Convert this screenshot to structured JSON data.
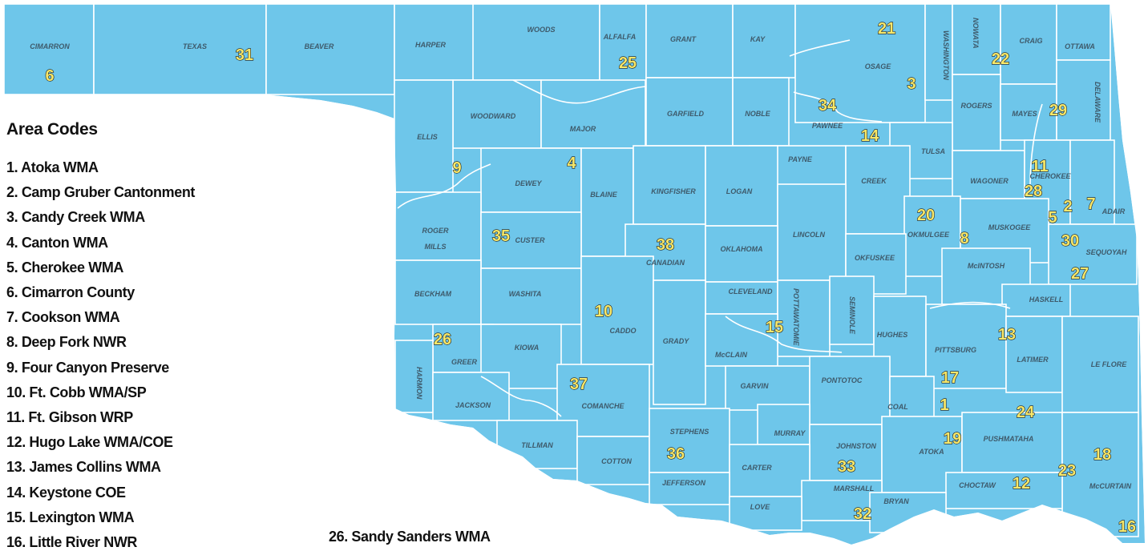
{
  "legend": {
    "title": "Area Codes",
    "items": [
      "1. Atoka WMA",
      "2. Camp Gruber Cantonment",
      "3. Candy Creek WMA",
      "4. Canton WMA",
      "5. Cherokee WMA",
      "6. Cimarron County",
      "7. Cookson WMA",
      "8. Deep Fork NWR",
      "9. Four Canyon Preserve",
      "10. Ft. Cobb WMA/SP",
      "11. Ft. Gibson WRP",
      "12. Hugo Lake WMA/COE",
      "13. James Collins WMA",
      "14. Keystone COE",
      "15. Lexington WMA",
      "16. Little River NWR"
    ],
    "extra": "26. Sandy Sanders WMA"
  },
  "map": {
    "colors": {
      "land": "#6ec6ea",
      "border": "#ffffff",
      "county_label": "#3e5a6b",
      "code_fill": "#f6e76a",
      "code_outline": "#1a1a1a"
    },
    "counties": {
      "cimarron": "CIMARRON",
      "texas": "TEXAS",
      "beaver": "BEAVER",
      "harper": "HARPER",
      "woods": "WOODS",
      "alfalfa": "ALFALFA",
      "grant": "GRANT",
      "kay": "KAY",
      "osage": "OSAGE",
      "washington": "WASHINGTON",
      "nowata": "NOWATA",
      "craig": "CRAIG",
      "ottawa": "OTTAWA",
      "delaware": "DELAWARE",
      "mayes": "MAYES",
      "rogers": "ROGERS",
      "woodward": "WOODWARD",
      "major": "MAJOR",
      "garfield": "GARFIELD",
      "noble": "NOBLE",
      "pawnee": "PAWNEE",
      "ellis": "ELLIS",
      "tulsa": "TULSA",
      "payne": "PAYNE",
      "creek": "CREEK",
      "wagoner": "WAGONER",
      "cherokee": "CHEROKEE",
      "adair": "ADAIR",
      "dewey": "DEWEY",
      "blaine": "BLAINE",
      "kingfisher": "KINGFISHER",
      "logan": "LOGAN",
      "lincoln": "LINCOLN",
      "okmulgee": "OKMULGEE",
      "muskogee": "MUSKOGEE",
      "roger_mills": "ROGER MILLS",
      "custer": "CUSTER",
      "canadian": "CANADIAN",
      "oklahoma": "OKLAHOMA",
      "okfuskee": "OKFUSKEE",
      "mcintosh": "McINTOSH",
      "sequoyah": "SEQUOYAH",
      "beckham": "BECKHAM",
      "washita": "WASHITA",
      "caddo": "CADDO",
      "cleveland": "CLEVELAND",
      "pottawatomie": "POTTAWATOMIE",
      "seminole": "SEMINOLE",
      "haskell": "HASKELL",
      "grady": "GRADY",
      "mcclain": "McCLAIN",
      "hughes": "HUGHES",
      "pittsburg": "PITTSBURG",
      "latimer": "LATIMER",
      "le_flore": "LE FLORE",
      "greer": "GREER",
      "harmon": "HARMON",
      "kiowa": "KIOWA",
      "jackson": "JACKSON",
      "comanche": "COMANCHE",
      "garvin": "GARVIN",
      "pontotoc": "PONTOTOC",
      "coal": "COAL",
      "tillman": "TILLMAN",
      "cotton": "COTTON",
      "stephens": "STEPHENS",
      "murray": "MURRAY",
      "johnston": "JOHNSTON",
      "atoka": "ATOKA",
      "pushmataha": "PUSHMATAHA",
      "carter": "CARTER",
      "jefferson": "JEFFERSON",
      "marshall": "MARSHALL",
      "choctaw": "CHOCTAW",
      "mccurtain": "McCURTAIN",
      "love": "LOVE",
      "bryan": "BRYAN"
    },
    "area_codes": {
      "c1": "1",
      "c3": "3",
      "c4": "4",
      "c5": "5",
      "c6": "6",
      "c7": "7",
      "c8": "8",
      "c9": "9",
      "c10": "10",
      "c11": "11",
      "c12": "12",
      "c13": "13",
      "c14": "14",
      "c15": "15",
      "c16": "16",
      "c17": "17",
      "c18": "18",
      "c19": "19",
      "c20": "20",
      "c21": "21",
      "c22": "22",
      "c23": "23",
      "c24": "24",
      "c25": "25",
      "c26": "26",
      "c27": "27",
      "c28": "28",
      "c29": "29",
      "c2": "2",
      "c30": "30",
      "c31": "31",
      "c32": "32",
      "c33": "33",
      "c34": "34",
      "c35": "35",
      "c36": "36",
      "c37": "37",
      "c38": "38"
    }
  }
}
